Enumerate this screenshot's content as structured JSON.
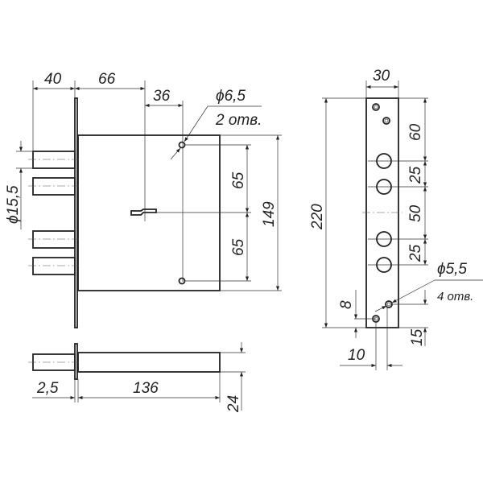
{
  "front_view": {
    "dim_backset_bolt": "40",
    "dim_backset": "66",
    "dim_key_offset": "36",
    "hole_diameter": "ϕ6,5",
    "hole_count": "2 отв.",
    "dim_upper": "65",
    "dim_lower": "65",
    "dim_height": "149",
    "bolt_diameter": "ϕ15,5"
  },
  "bottom_view": {
    "dim_plate": "2,5",
    "dim_depth": "136",
    "dim_thickness": "24"
  },
  "faceplate_view": {
    "dim_width": "30",
    "dim_length": "220",
    "dim_top": "60",
    "dim_pitch_1": "25",
    "dim_center": "50",
    "dim_pitch_2": "25",
    "hole_diameter": "ϕ5,5",
    "hole_count": "4 отв.",
    "dim_8": "8",
    "dim_15": "15",
    "dim_10": "10"
  }
}
